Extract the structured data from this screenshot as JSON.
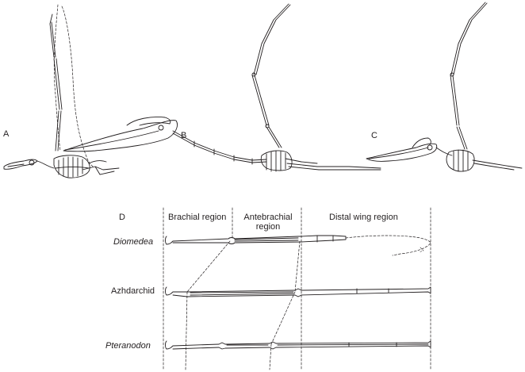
{
  "panel_labels": {
    "a": "A",
    "b": "B",
    "c": "C",
    "d": "D"
  },
  "regions": {
    "brachial": "Brachial region",
    "antebrachial_line1": "Antebrachial",
    "antebrachial_line2": "region",
    "distal": "Distal wing region"
  },
  "taxa": {
    "diomedea": "Diomedea",
    "azhdarchid": "Azhdarchid",
    "pteranodon": "Pteranodon"
  }
}
